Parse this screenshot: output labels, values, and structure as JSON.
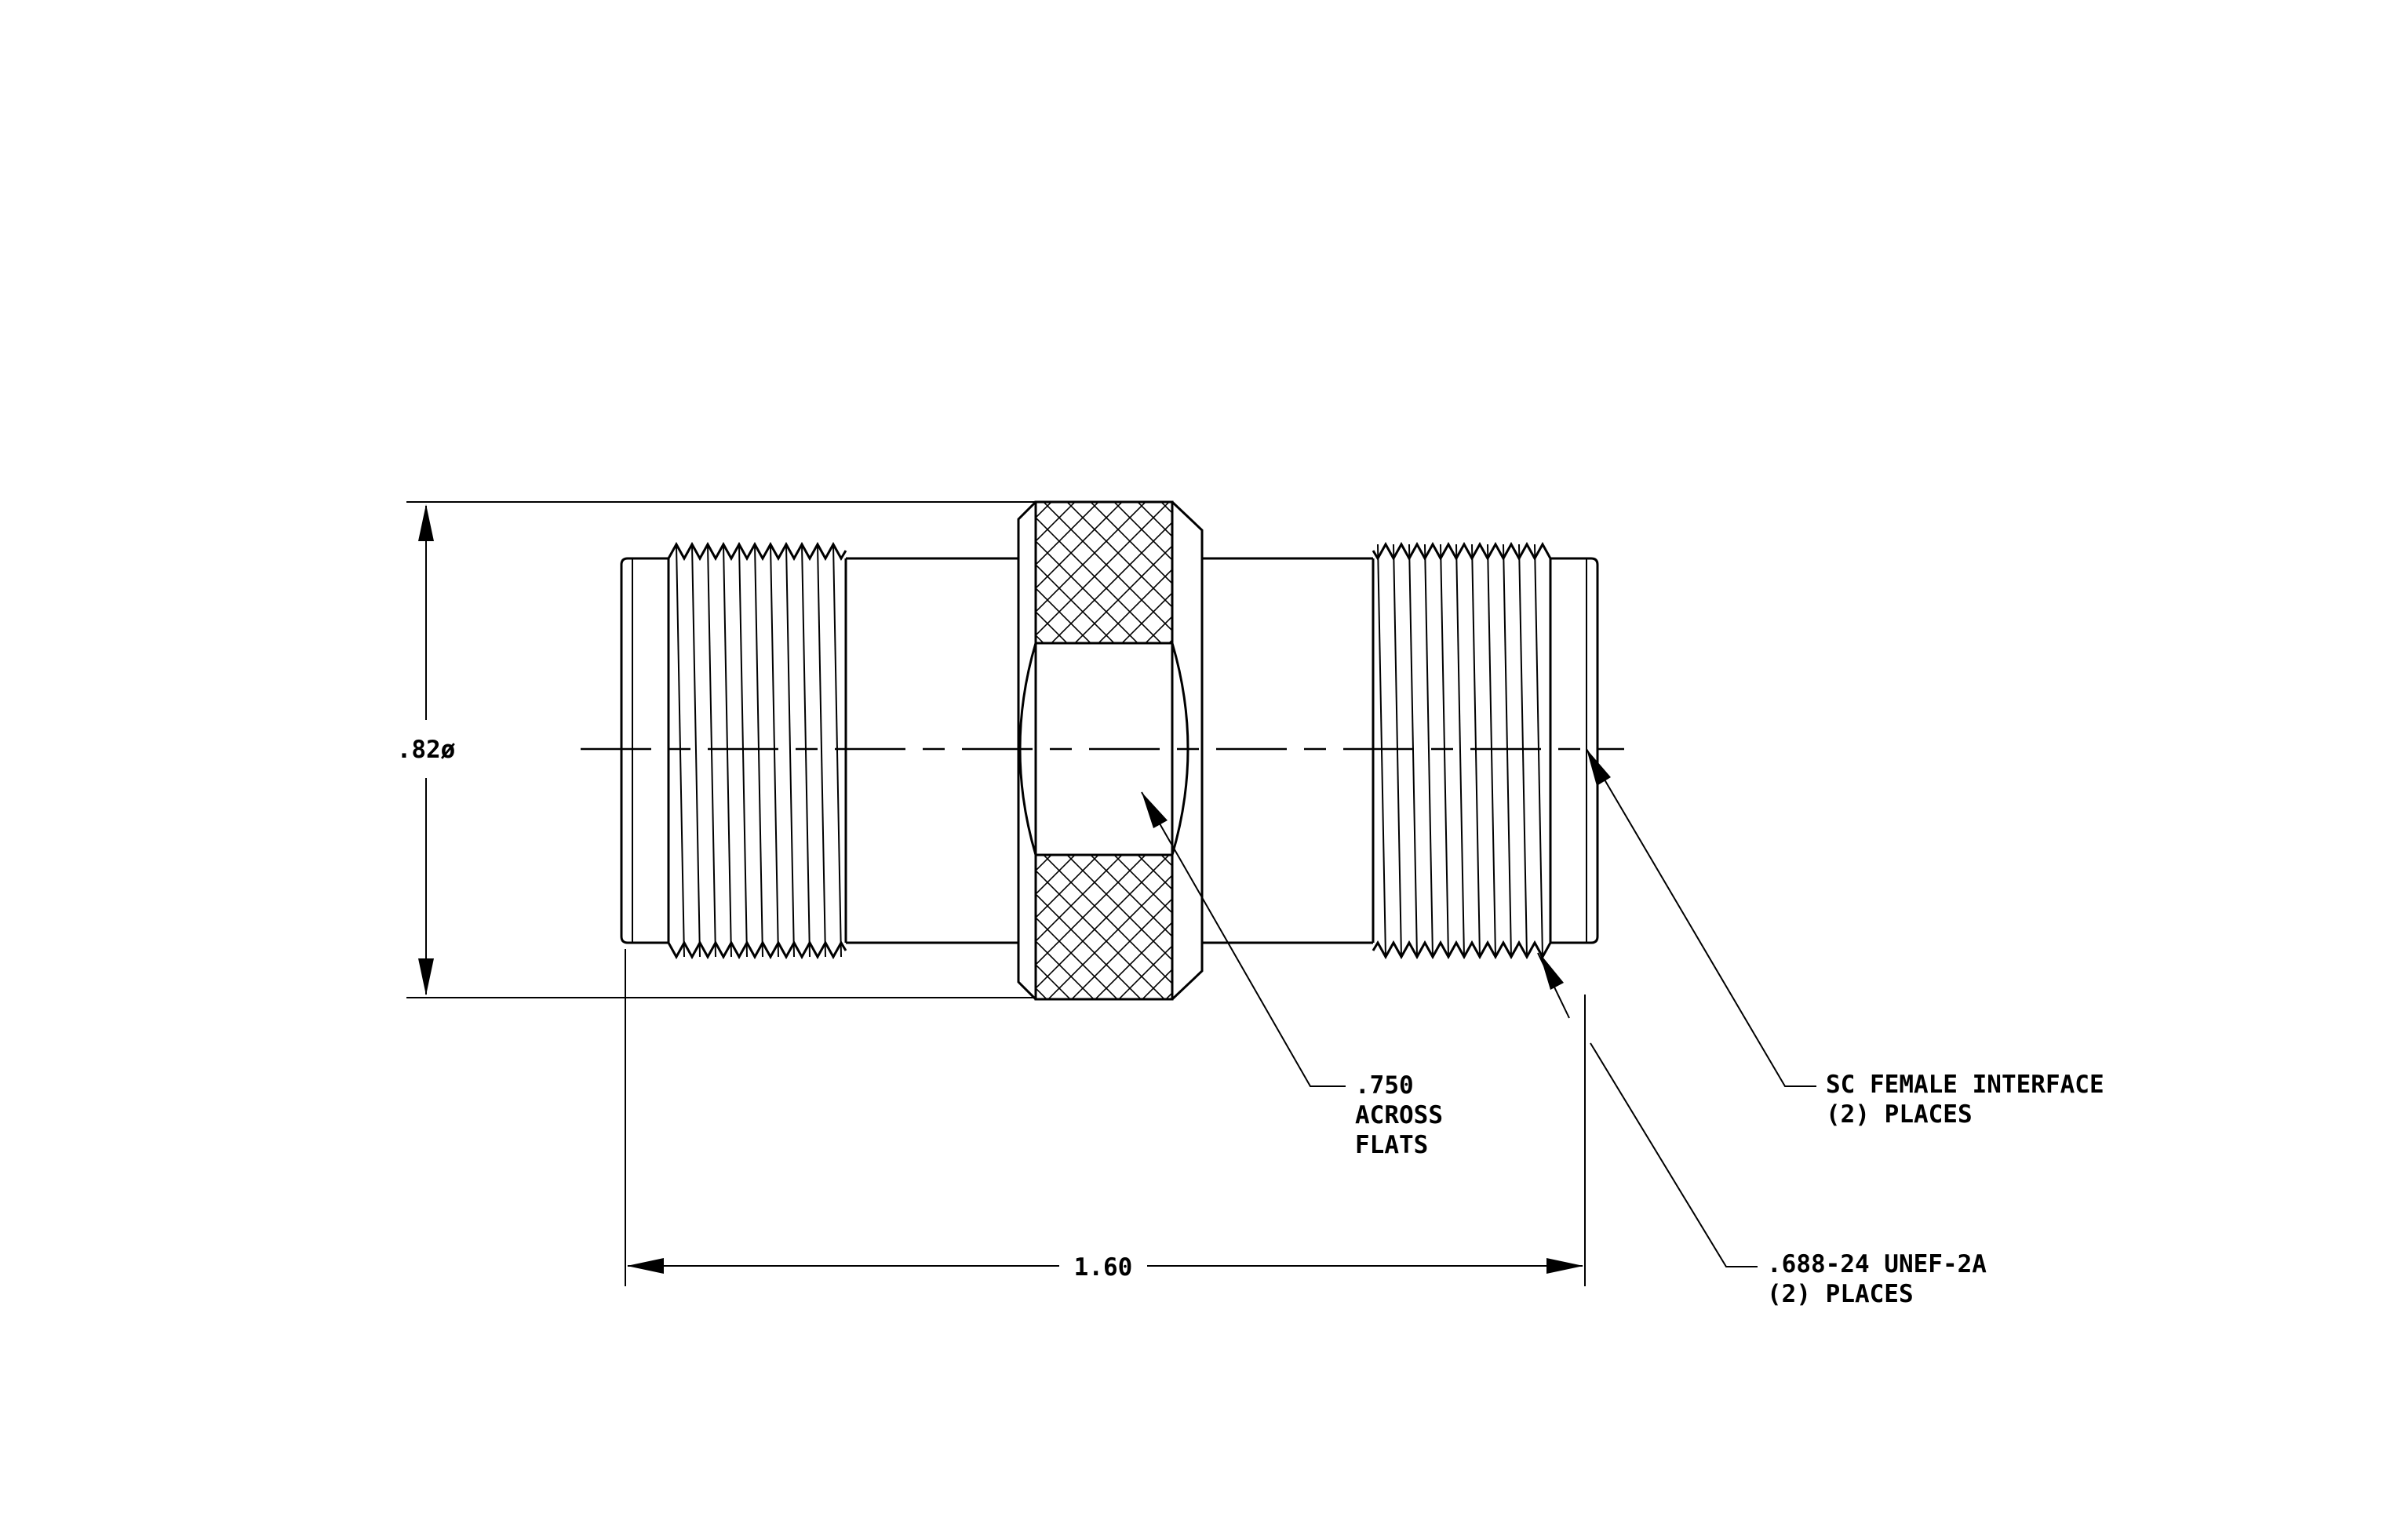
{
  "drawing": {
    "dim_diameter": ".82ø",
    "dim_length": "1.60",
    "note_flats": {
      "lines": [
        ".750",
        "ACROSS",
        "FLATS"
      ]
    },
    "note_interface": {
      "lines": [
        "SC FEMALE INTERFACE",
        "(2)  PLACES"
      ]
    },
    "note_thread": {
      "lines": [
        ".688-24 UNEF-2A",
        "(2)  PLACES"
      ]
    }
  }
}
